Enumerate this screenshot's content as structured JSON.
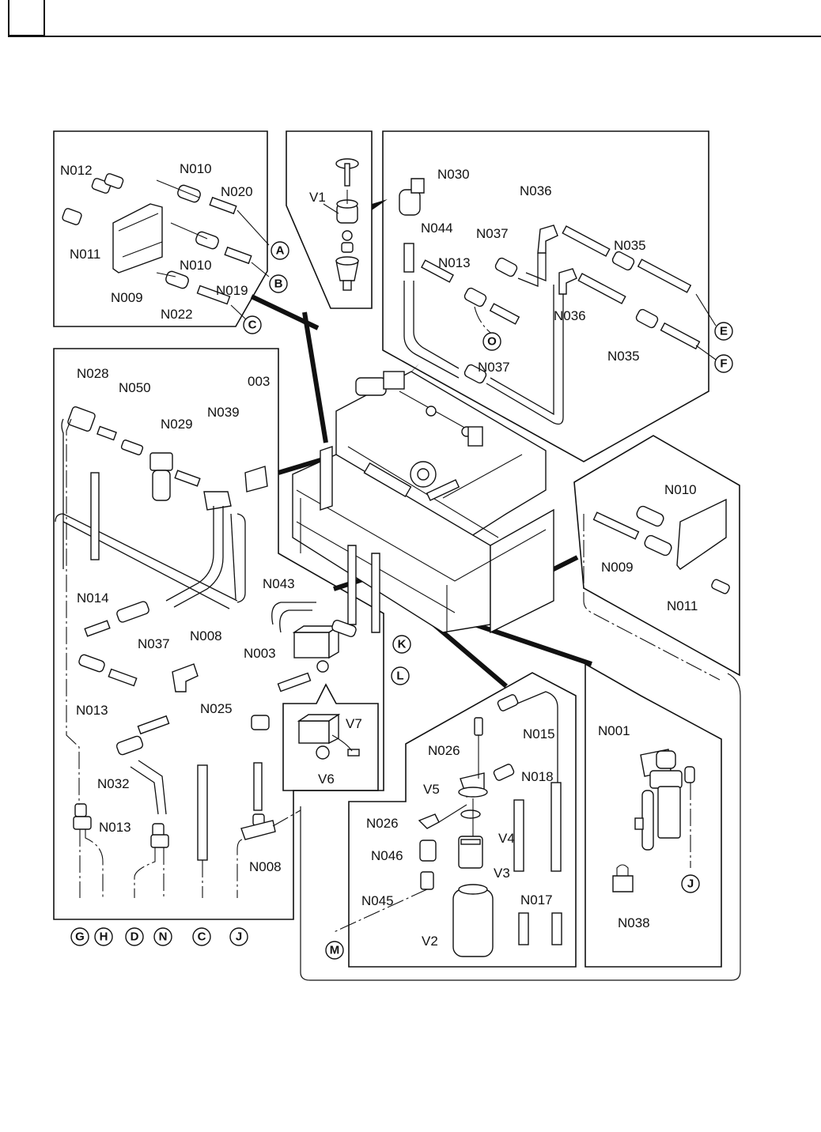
{
  "page": {
    "header_box_label": ""
  },
  "diagram": {
    "title": "",
    "panels": {
      "top_left": {
        "labels": [
          "N012",
          "N010",
          "N020",
          "N011",
          "N010",
          "N019",
          "N009",
          "N022"
        ],
        "connectors": [
          "A",
          "B",
          "C"
        ]
      },
      "top_middle": {
        "labels": [
          "V1"
        ]
      },
      "top_right": {
        "labels": [
          "N030",
          "N036",
          "N044",
          "N037",
          "N035",
          "N013",
          "N036",
          "N035",
          "N037"
        ],
        "connectors": [
          "E",
          "F",
          "O"
        ]
      },
      "left": {
        "labels": [
          "N028",
          "N050",
          "003",
          "N029",
          "N039",
          "N014",
          "N043",
          "N037",
          "N008",
          "N003",
          "N013",
          "N025",
          "N032",
          "N013",
          "N008"
        ],
        "connectors": [
          "K",
          "L"
        ],
        "inset_labels": [
          "V7",
          "V6"
        ],
        "bottom_connectors": [
          "G",
          "H",
          "D",
          "N",
          "C",
          "J"
        ]
      },
      "right_middle": {
        "labels": [
          "N010",
          "N009",
          "N011"
        ]
      },
      "bottom_middle": {
        "labels": [
          "N026",
          "N015",
          "V5",
          "N018",
          "N026",
          "V4",
          "N046",
          "V3",
          "N045",
          "N017",
          "V2"
        ],
        "connectors": [
          "M"
        ]
      },
      "bottom_right": {
        "labels": [
          "N001",
          "N038"
        ],
        "connectors": [
          "J"
        ]
      }
    }
  }
}
